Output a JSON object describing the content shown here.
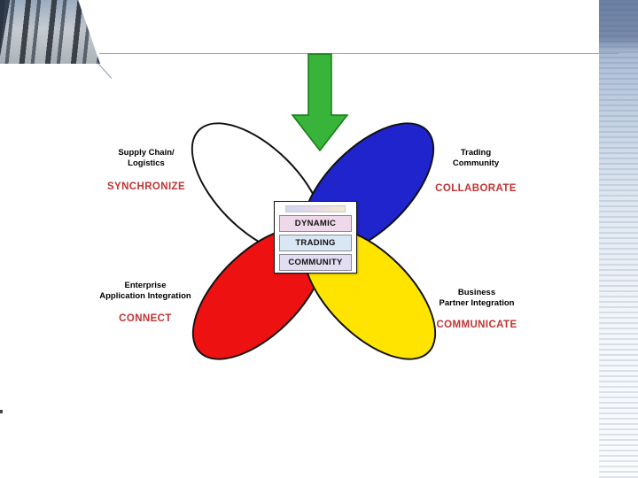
{
  "slide": {
    "arrow": {
      "color": "#38b43a",
      "direction": "down"
    },
    "diagram": {
      "center_box": {
        "rows": [
          {
            "text": "DYNAMIC",
            "bg": "#eed9ea"
          },
          {
            "text": "TRADING",
            "bg": "#d9e6f4"
          },
          {
            "text": "COMMUNITY",
            "bg": "#e3ddf2"
          }
        ]
      },
      "quadrants": [
        {
          "position": "top-left",
          "line1": "Supply Chain/",
          "line2": "Logistics",
          "keyword": "SYNCHRONIZE",
          "petal_color": "#ffffff"
        },
        {
          "position": "top-right",
          "line1": "Trading",
          "line2": "Community",
          "keyword": "COLLABORATE",
          "petal_color": "#1f24cc"
        },
        {
          "position": "bottom-left",
          "line1": "Enterprise",
          "line2": "Application Integration",
          "keyword": "CONNECT",
          "petal_color": "#ee1111"
        },
        {
          "position": "bottom-right",
          "line1": "Business",
          "line2": "Partner Integration",
          "keyword": "COMMUNICATE",
          "petal_color": "#ffe400"
        }
      ]
    },
    "colors": {
      "keyword_text": "#c03333",
      "petal_outline": "#111111",
      "rule_line": "#93a4c2"
    }
  }
}
